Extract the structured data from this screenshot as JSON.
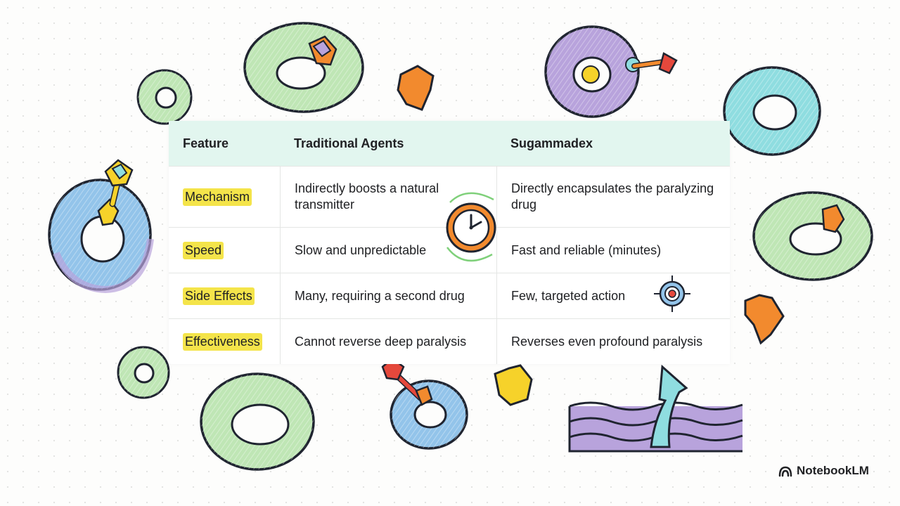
{
  "table": {
    "headers": [
      "Feature",
      "Traditional Agents",
      "Sugammadex"
    ],
    "rows": [
      {
        "feature": "Mechanism",
        "traditional": "Indirectly boosts a natural transmitter",
        "sugammadex": "Directly encapsulates the paralyzing drug"
      },
      {
        "feature": "Speed",
        "traditional": "Slow and unpredictable",
        "sugammadex": "Fast and reliable (minutes)"
      },
      {
        "feature": "Side Effects",
        "traditional": "Many, requiring a second drug",
        "sugammadex": "Few, targeted action"
      },
      {
        "feature": "Effectiveness",
        "traditional": "Cannot reverse deep paralysis",
        "sugammadex": "Reverses even profound paralysis"
      }
    ]
  },
  "brand": {
    "name": "NotebookLM"
  },
  "colors": {
    "header_bg": "#e2f6ef",
    "highlight": "#f4e44a",
    "ring_green": "#bfe6b5",
    "ring_purple": "#b8a3dc",
    "ring_blue": "#93c4ea",
    "ring_teal": "#8fdde0",
    "orange": "#f28a2e",
    "yellow": "#f6d22a"
  },
  "icons": [
    "clock-icon",
    "target-icon",
    "germ-cloud-icon",
    "up-arrow-icon",
    "notebooklm-logo-icon"
  ]
}
